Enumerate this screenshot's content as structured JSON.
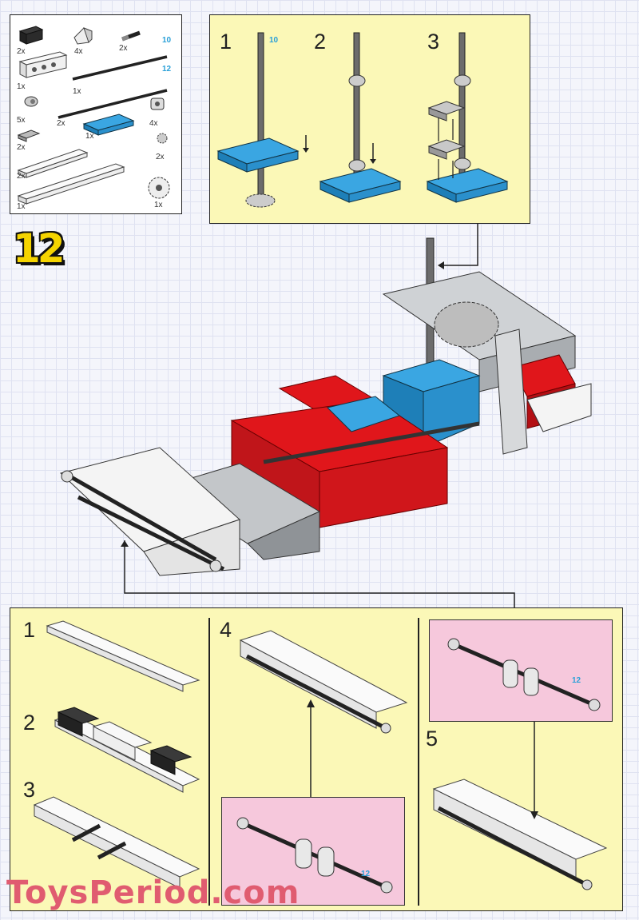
{
  "step": {
    "number": "12"
  },
  "parts_list": {
    "items": [
      {
        "qty": "2x",
        "name": "black-brick-1x2"
      },
      {
        "qty": "4x",
        "name": "white-slope-2x2"
      },
      {
        "qty": "2x",
        "name": "black-friction-pin"
      },
      {
        "qty": "1x",
        "name": "white-technic-brick-1x4"
      },
      {
        "qty": "1x",
        "name": "axle-10",
        "length": "10"
      },
      {
        "qty": "2x",
        "name": "axle-12",
        "length": "12"
      },
      {
        "qty": "5x",
        "name": "bush"
      },
      {
        "qty": "1x",
        "name": "blue-plate-2x4"
      },
      {
        "qty": "4x",
        "name": "cross-block"
      },
      {
        "qty": "2x",
        "name": "gray-plate-1x2"
      },
      {
        "qty": "2x",
        "name": "small-gear"
      },
      {
        "qty": "2x",
        "name": "white-plate-1x8"
      },
      {
        "qty": "1x",
        "name": "white-plate-1x12"
      },
      {
        "qty": "1x",
        "name": "turntable-gear"
      }
    ]
  },
  "top_substeps": [
    {
      "num": "1",
      "axle_label": "10"
    },
    {
      "num": "2"
    },
    {
      "num": "3"
    }
  ],
  "bottom_substeps": [
    {
      "num": "1"
    },
    {
      "num": "2"
    },
    {
      "num": "3"
    },
    {
      "num": "4"
    },
    {
      "num": "5"
    }
  ],
  "pink_callouts": [
    {
      "axle_label": "12"
    },
    {
      "axle_label": "12"
    }
  ],
  "watermark": "ToysPeriod.com",
  "colors": {
    "panel_yellow": "#fbf8b7",
    "panel_pink": "#f6c8dc",
    "lego_red": "#e0161b",
    "lego_blue": "#2c9ad8",
    "lego_white": "#f4f4f4",
    "lego_gray": "#b9bcbf",
    "step_yellow": "#f5d400"
  }
}
